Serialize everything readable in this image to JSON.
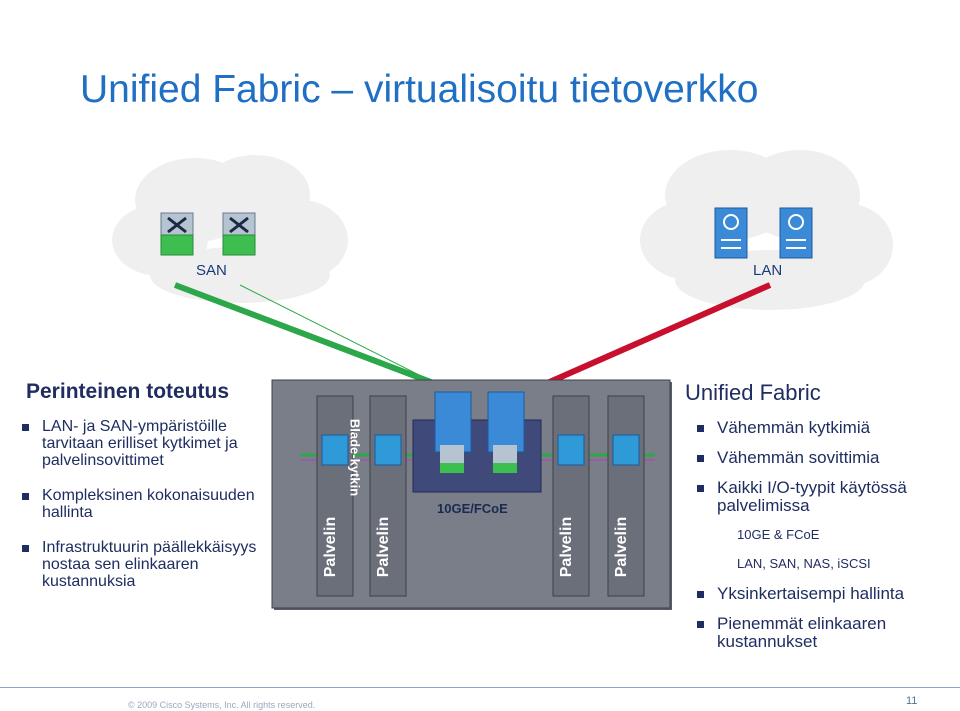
{
  "title": "Unified Fabric – virtualisoitu tietoverkko",
  "clouds": {
    "san_label": "SAN",
    "lan_label": "LAN"
  },
  "left": {
    "heading": "Perinteinen toteutus",
    "bullets": [
      "LAN- ja SAN-ympäristöille tarvitaan erilliset kytkimet ja palvelinsovittimet",
      "Kompleksinen kokonaisuuden hallinta",
      "Infrastruktuurin päällekkäisyys nostaa sen elinkaaren kustannuksia"
    ]
  },
  "right": {
    "heading": "Unified Fabric",
    "bullets": [
      "Vähemmän kytkimiä",
      "Vähemmän sovittimia",
      "Kaikki I/O-tyypit käytössä palvelimissa",
      "10GE & FCoE",
      "LAN, SAN, NAS, iSCSI",
      "Yksinkertaisempi hallinta",
      "Pienemmät elinkaaren kustannukset"
    ]
  },
  "diagram": {
    "server_label": "Palvelin",
    "blade_label": "Blade-kytkin",
    "fcoe_label": "10GE/FCoE"
  },
  "footer": {
    "copyright": "© 2009 Cisco Systems, Inc. All rights reserved.",
    "page": "11"
  },
  "colors": {
    "title": "#1f6fc4",
    "san_link": "#2ca84a",
    "lan_link": "#c8102e"
  },
  "icons": [
    "mds-switch-icon",
    "nexus-switch-icon",
    "nexus-fcoe-switch-icon"
  ]
}
